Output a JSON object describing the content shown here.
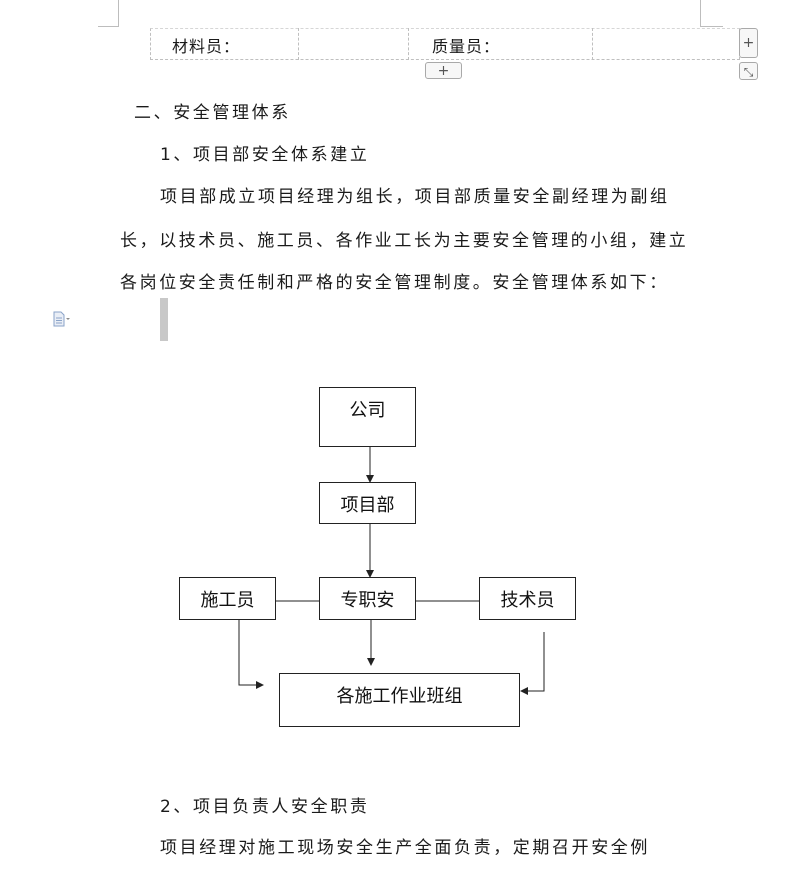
{
  "table": {
    "cell1_label": "材料员：",
    "cell3_label": "质量员：",
    "add_row_label": "+",
    "add_col_label": "+",
    "resize_label": "⤡"
  },
  "section2": {
    "heading": "二、安全管理体系",
    "sub1_heading": "1、项目部安全体系建立",
    "paragraph1": [
      "项目部成立项目经理为组长，项目部质量安全副经理为副组",
      "长，以技术员、施工员、各作业工长为主要安全管理的小组，建立",
      "各岗位安全责任制和严格的安全管理制度。安全管理体系如下："
    ]
  },
  "flowchart": {
    "company": "公司",
    "project_dept": "项目部",
    "construction_staff": "施工员",
    "safety_officer": "专职安",
    "technician": "技术员",
    "work_teams": "各施工作业班组"
  },
  "section2_2": {
    "heading": "2、项目负责人安全职责",
    "paragraph_line1": "项目经理对施工现场安全生产全面负责，定期召开安全例"
  },
  "icons": {
    "doc_icon": "document-icon",
    "dropdown_icon": "chevron-down-icon"
  },
  "colors": {
    "text": "#1a1a1a",
    "border": "#222222",
    "guide": "#bfbfbf"
  }
}
